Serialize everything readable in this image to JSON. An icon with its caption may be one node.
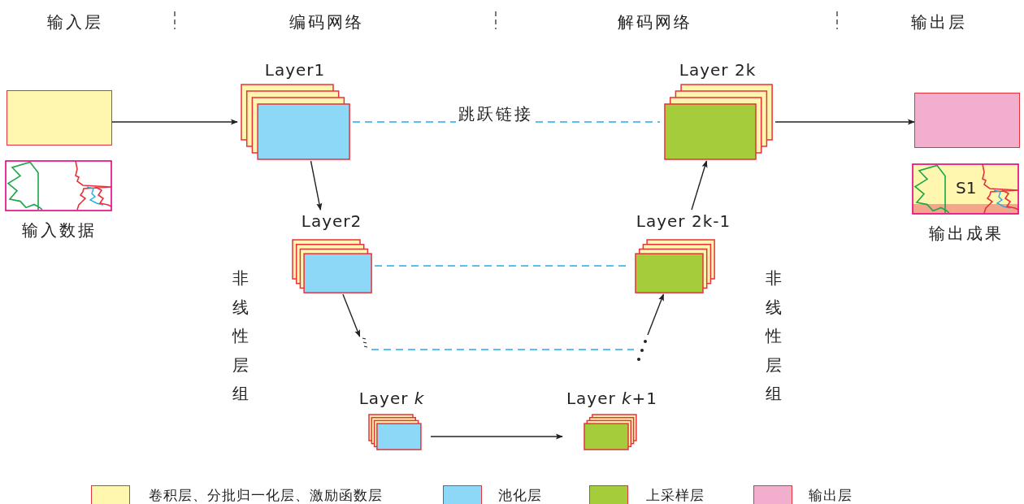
{
  "diagram": {
    "nodes": [
      {
        "text": [],
        "shape": "box"
      },
      {
        "text": [],
        "shape": "picture",
        "beside": [
          "输入数据"
        ]
      },
      {
        "text": [
          "Layer1"
        ]
      },
      {
        "text": [
          "Layer2"
        ]
      },
      {
        "text": [],
        "shape": "ellipsis"
      },
      {
        "text": [
          "Layer *k*"
        ]
      },
      {
        "text": [
          "Layer *k*+1"
        ]
      },
      {
        "text": [],
        "shape": "ellipsis"
      },
      {
        "text": [
          "Layer 2k-1"
        ]
      },
      {
        "text": [
          "Layer 2k"
        ]
      },
      {
        "text": [],
        "shape": "box"
      },
      {
        "text": [
          "S1"
        ],
        "beside": [
          "输出成果"
        ]
      }
    ],
    "edges": [
      {
        "from": 0,
        "to": 2,
        "arrow": "to"
      },
      {
        "from": 2,
        "to": 3,
        "arrow": "to"
      },
      {
        "from": 3,
        "to": 4,
        "arrow": "to"
      },
      {
        "from": 5,
        "to": 6,
        "arrow": "to"
      },
      {
        "from": 7,
        "to": 8,
        "arrow": "to"
      },
      {
        "from": 8,
        "to": 9,
        "arrow": "to"
      },
      {
        "from": 9,
        "to": 10,
        "arrow": "to"
      },
      {
        "from": 2,
        "to": 9,
        "arrow": "none",
        "label": "跳跃链接",
        "style": "dashed",
        "color": "#29abe2"
      },
      {
        "from": 3,
        "to": 8,
        "arrow": "none",
        "style": "dashed",
        "color": "#29abe2"
      },
      {
        "from": 4,
        "to": 7,
        "arrow": "none",
        "style": "dashed",
        "color": "#29abe2"
      }
    ],
    "labels": [
      "输入层",
      "编码网络",
      "解码网络",
      "输出层",
      "非线性层组",
      "非线性层组"
    ],
    "legend": [
      {
        "text": "卷积层、分批归一化层、激励函数层",
        "color": "#fff6b0"
      },
      {
        "text": "池化层",
        "color": "#8dd8f6"
      },
      {
        "text": "上采样层",
        "color": "#a5cc3a"
      },
      {
        "text": "输出层",
        "color": "#f2aecd"
      }
    ]
  }
}
